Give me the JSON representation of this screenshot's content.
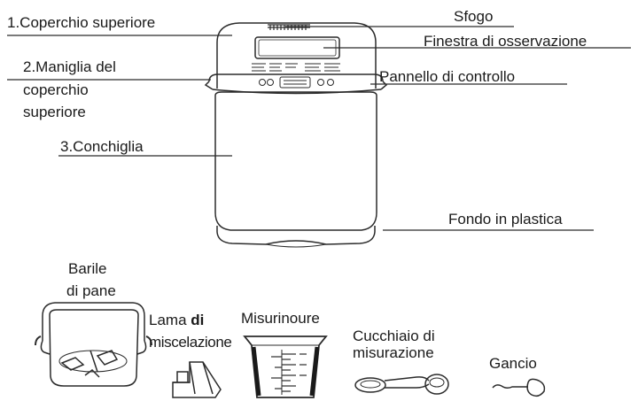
{
  "labels": {
    "top_lid": "1.Coperchio superiore",
    "vent": "Sfogo",
    "window": "Finestra di osservazione",
    "handle_line1": "2.Maniglia del",
    "handle_line2": "coperchio",
    "handle_line3": "superiore",
    "control_panel": "Pannello di controllo",
    "shell": "3.Conchiglia",
    "plastic_base": "Fondo in plastica",
    "pan_line1": "Barile",
    "pan_line2": "di pane",
    "blade_word1": "Lama",
    "blade_word2": "di",
    "blade_line2": "miscelazione",
    "measuring_cup": "Misurinoure",
    "spoon_line1": "Cucchiaio di",
    "spoon_line2": "misurazione",
    "hook": "Gancio"
  },
  "colors": {
    "ink": "#1a1a1a",
    "outline": "#2b2b2b",
    "background": "#ffffff"
  },
  "icons": [
    "bread-maker-drawing",
    "bread-pan-drawing",
    "mixing-blade-drawing",
    "measuring-cup-drawing",
    "measuring-spoon-drawing",
    "hook-drawing"
  ]
}
